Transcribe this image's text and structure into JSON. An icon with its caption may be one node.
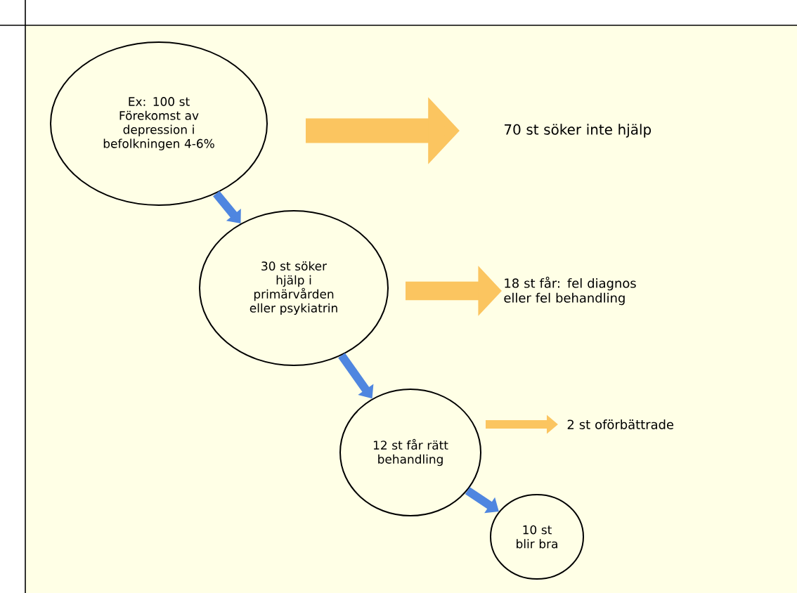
{
  "diagram": {
    "nodes": [
      {
        "text": [
          "Ex: 100 st Förekomst av depression i befolkningen 4-6%"
        ]
      },
      {
        "text": [
          "70 st söker inte hjälp"
        ]
      },
      {
        "text": [
          "30 st söker hjälp i primärvården eller psykiatrin"
        ]
      },
      {
        "text": [
          "18 st får: fel diagnos eller fel behandling"
        ]
      },
      {
        "text": [
          "12 st får rätt behandling"
        ]
      },
      {
        "text": [
          "2 st oförbättrade"
        ]
      },
      {
        "text": [
          "10 st blir bra"
        ]
      }
    ],
    "edges": [
      {
        "from": 0,
        "to": 1,
        "arrow": "to",
        "style": "thick",
        "color": "#fbc560"
      },
      {
        "from": 0,
        "to": 2,
        "arrow": "to",
        "color": "#4f86e0"
      },
      {
        "from": 2,
        "to": 3,
        "arrow": "to",
        "style": "thick",
        "color": "#fbc560"
      },
      {
        "from": 2,
        "to": 4,
        "arrow": "to",
        "color": "#4f86e0"
      },
      {
        "from": 4,
        "to": 5,
        "arrow": "to",
        "color": "#fbc560"
      },
      {
        "from": 4,
        "to": 6,
        "arrow": "to",
        "color": "#4f86e0"
      }
    ]
  }
}
